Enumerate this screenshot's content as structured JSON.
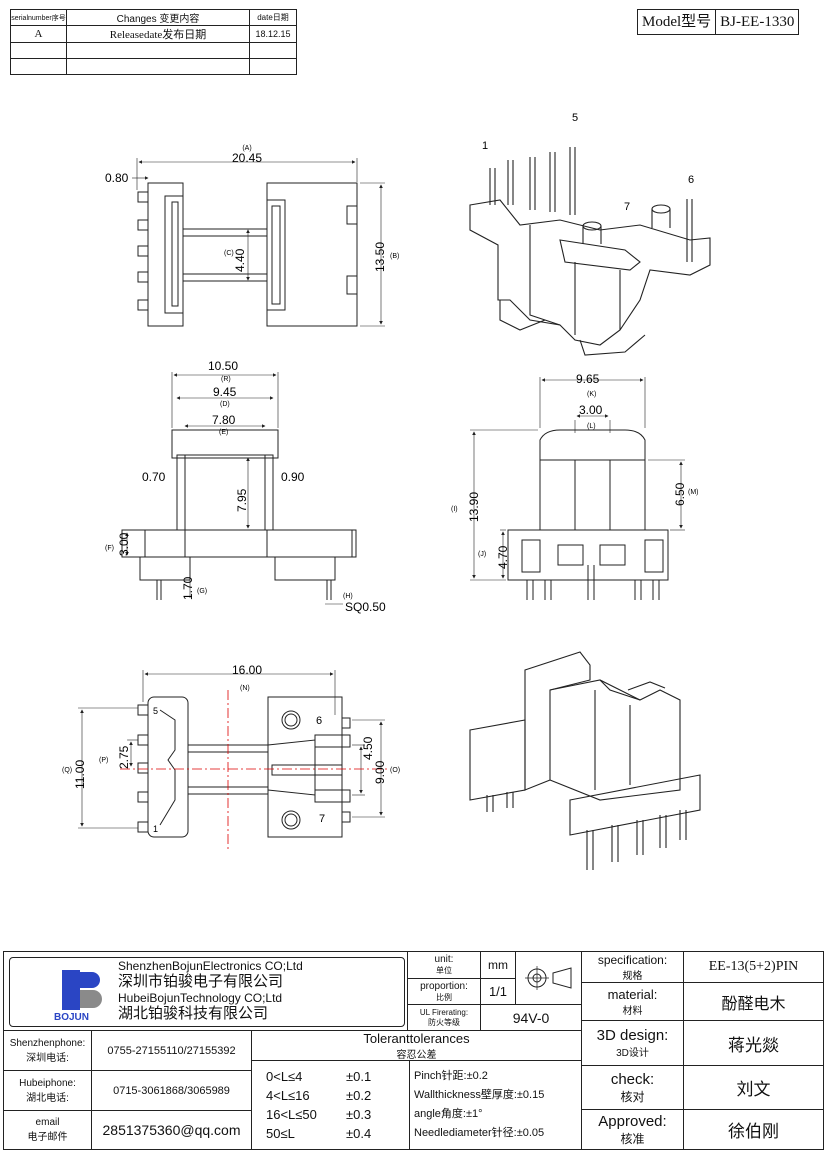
{
  "revision_table": {
    "headers": [
      "serialnumber序号",
      "Changes 变更内容",
      "date日期"
    ],
    "rows": [
      [
        "A",
        "Releasedate发布日期",
        "18.12.15"
      ],
      [
        "",
        "",
        ""
      ],
      [
        "",
        "",
        ""
      ]
    ]
  },
  "model": {
    "label": "Model型号",
    "value": "BJ-EE-1330"
  },
  "top_view": {
    "dim_a": "20.45",
    "tag_a": "(A)",
    "dim_080": "0.80",
    "dim_c": "4.40",
    "tag_c": "(C)",
    "dim_b": "13.50",
    "tag_b": "(B)"
  },
  "iso_top": {
    "pin1": "1",
    "pin5": "5",
    "pin6": "6",
    "pin7": "7"
  },
  "front_view": {
    "dim_r": "10.50",
    "tag_r": "(R)",
    "dim_d": "9.45",
    "tag_d": "(D)",
    "dim_e": "7.80",
    "tag_e": "(E)",
    "dim_070": "0.70",
    "dim_090": "0.90",
    "dim_795": "7.95",
    "dim_f": "3.00",
    "tag_f": "(F)",
    "dim_g": "1.70",
    "tag_g": "(G)",
    "dim_h": "SQ0.50",
    "tag_h": "(H)"
  },
  "side_view": {
    "dim_k": "9.65",
    "tag_k": "(K)",
    "dim_l": "3.00",
    "tag_l": "(L)",
    "dim_i": "13.90",
    "tag_i": "(I)",
    "dim_m": "6.50",
    "tag_m": "(M)",
    "dim_j": "4.70",
    "tag_j": "(J)"
  },
  "bottom_view": {
    "dim_n": "16.00",
    "tag_n": "(N)",
    "dim_q": "11.00",
    "tag_q": "(Q)",
    "dim_p": "2.75",
    "tag_p": "(P)",
    "dim_450": "4.50",
    "dim_o": "9.00",
    "tag_o": "(O)",
    "pin6": "6",
    "pin7": "7",
    "pin5": "5",
    "pin1": "1"
  },
  "title_block": {
    "company_en1": "ShenzhenBojunElectronics CO;Ltd",
    "company_cn1": "深圳市铂骏电子有限公司",
    "company_en2": "HubeiBojunTechnology CO;Ltd",
    "company_cn2": "湖北铂骏科技有限公司",
    "logo_text": "BOJUN",
    "unit_label_en": "unit:",
    "unit_label_cn": "单位",
    "unit_value": "mm",
    "proportion_label_en": "proportion:",
    "proportion_label_cn": "比例",
    "proportion_value": "1/1",
    "ul_label_en": "UL Firerating:",
    "ul_label_cn": "防火等级",
    "ul_value": "94V-0",
    "spec_label_en": "specification:",
    "spec_label_cn": "规格",
    "spec_value": "EE-13(5+2)PIN",
    "material_label_en": "material:",
    "material_label_cn": "材料",
    "material_value": "酚醛电木",
    "design_label_en": "3D design:",
    "design_label_cn": "3D设计",
    "design_value": "蒋光燚",
    "check_label_en": "check:",
    "check_label_cn": "核对",
    "check_value": "刘文",
    "approved_label_en": "Approved:",
    "approved_label_cn": "核准",
    "approved_value": "徐伯刚",
    "sz_phone_label_en": "Shenzhenphone:",
    "sz_phone_label_cn": "深圳电话:",
    "sz_phone_value": "0755-27155110/27155392",
    "hb_phone_label_en": "Hubeiphone:",
    "hb_phone_label_cn": "湖北电话:",
    "hb_phone_value": "0715-3061868/3065989",
    "email_label_en": "email",
    "email_label_cn": "电子邮件",
    "email_value": "2851375360@qq.com",
    "tol_title_en": "Toleranttolerances",
    "tol_title_cn": "容忍公差",
    "tol_ranges": [
      "0<L≤4",
      "4<L≤16",
      "16<L≤50",
      "50≤L"
    ],
    "tol_values": [
      "±0.1",
      "±0.2",
      "±0.3",
      "±0.4"
    ],
    "tol_notes": [
      "Pinch针距:±0.2",
      "Wallthickness壁厚度:±0.15",
      "angle角度:±1°",
      "Needlediameter针径:±0.05"
    ]
  }
}
